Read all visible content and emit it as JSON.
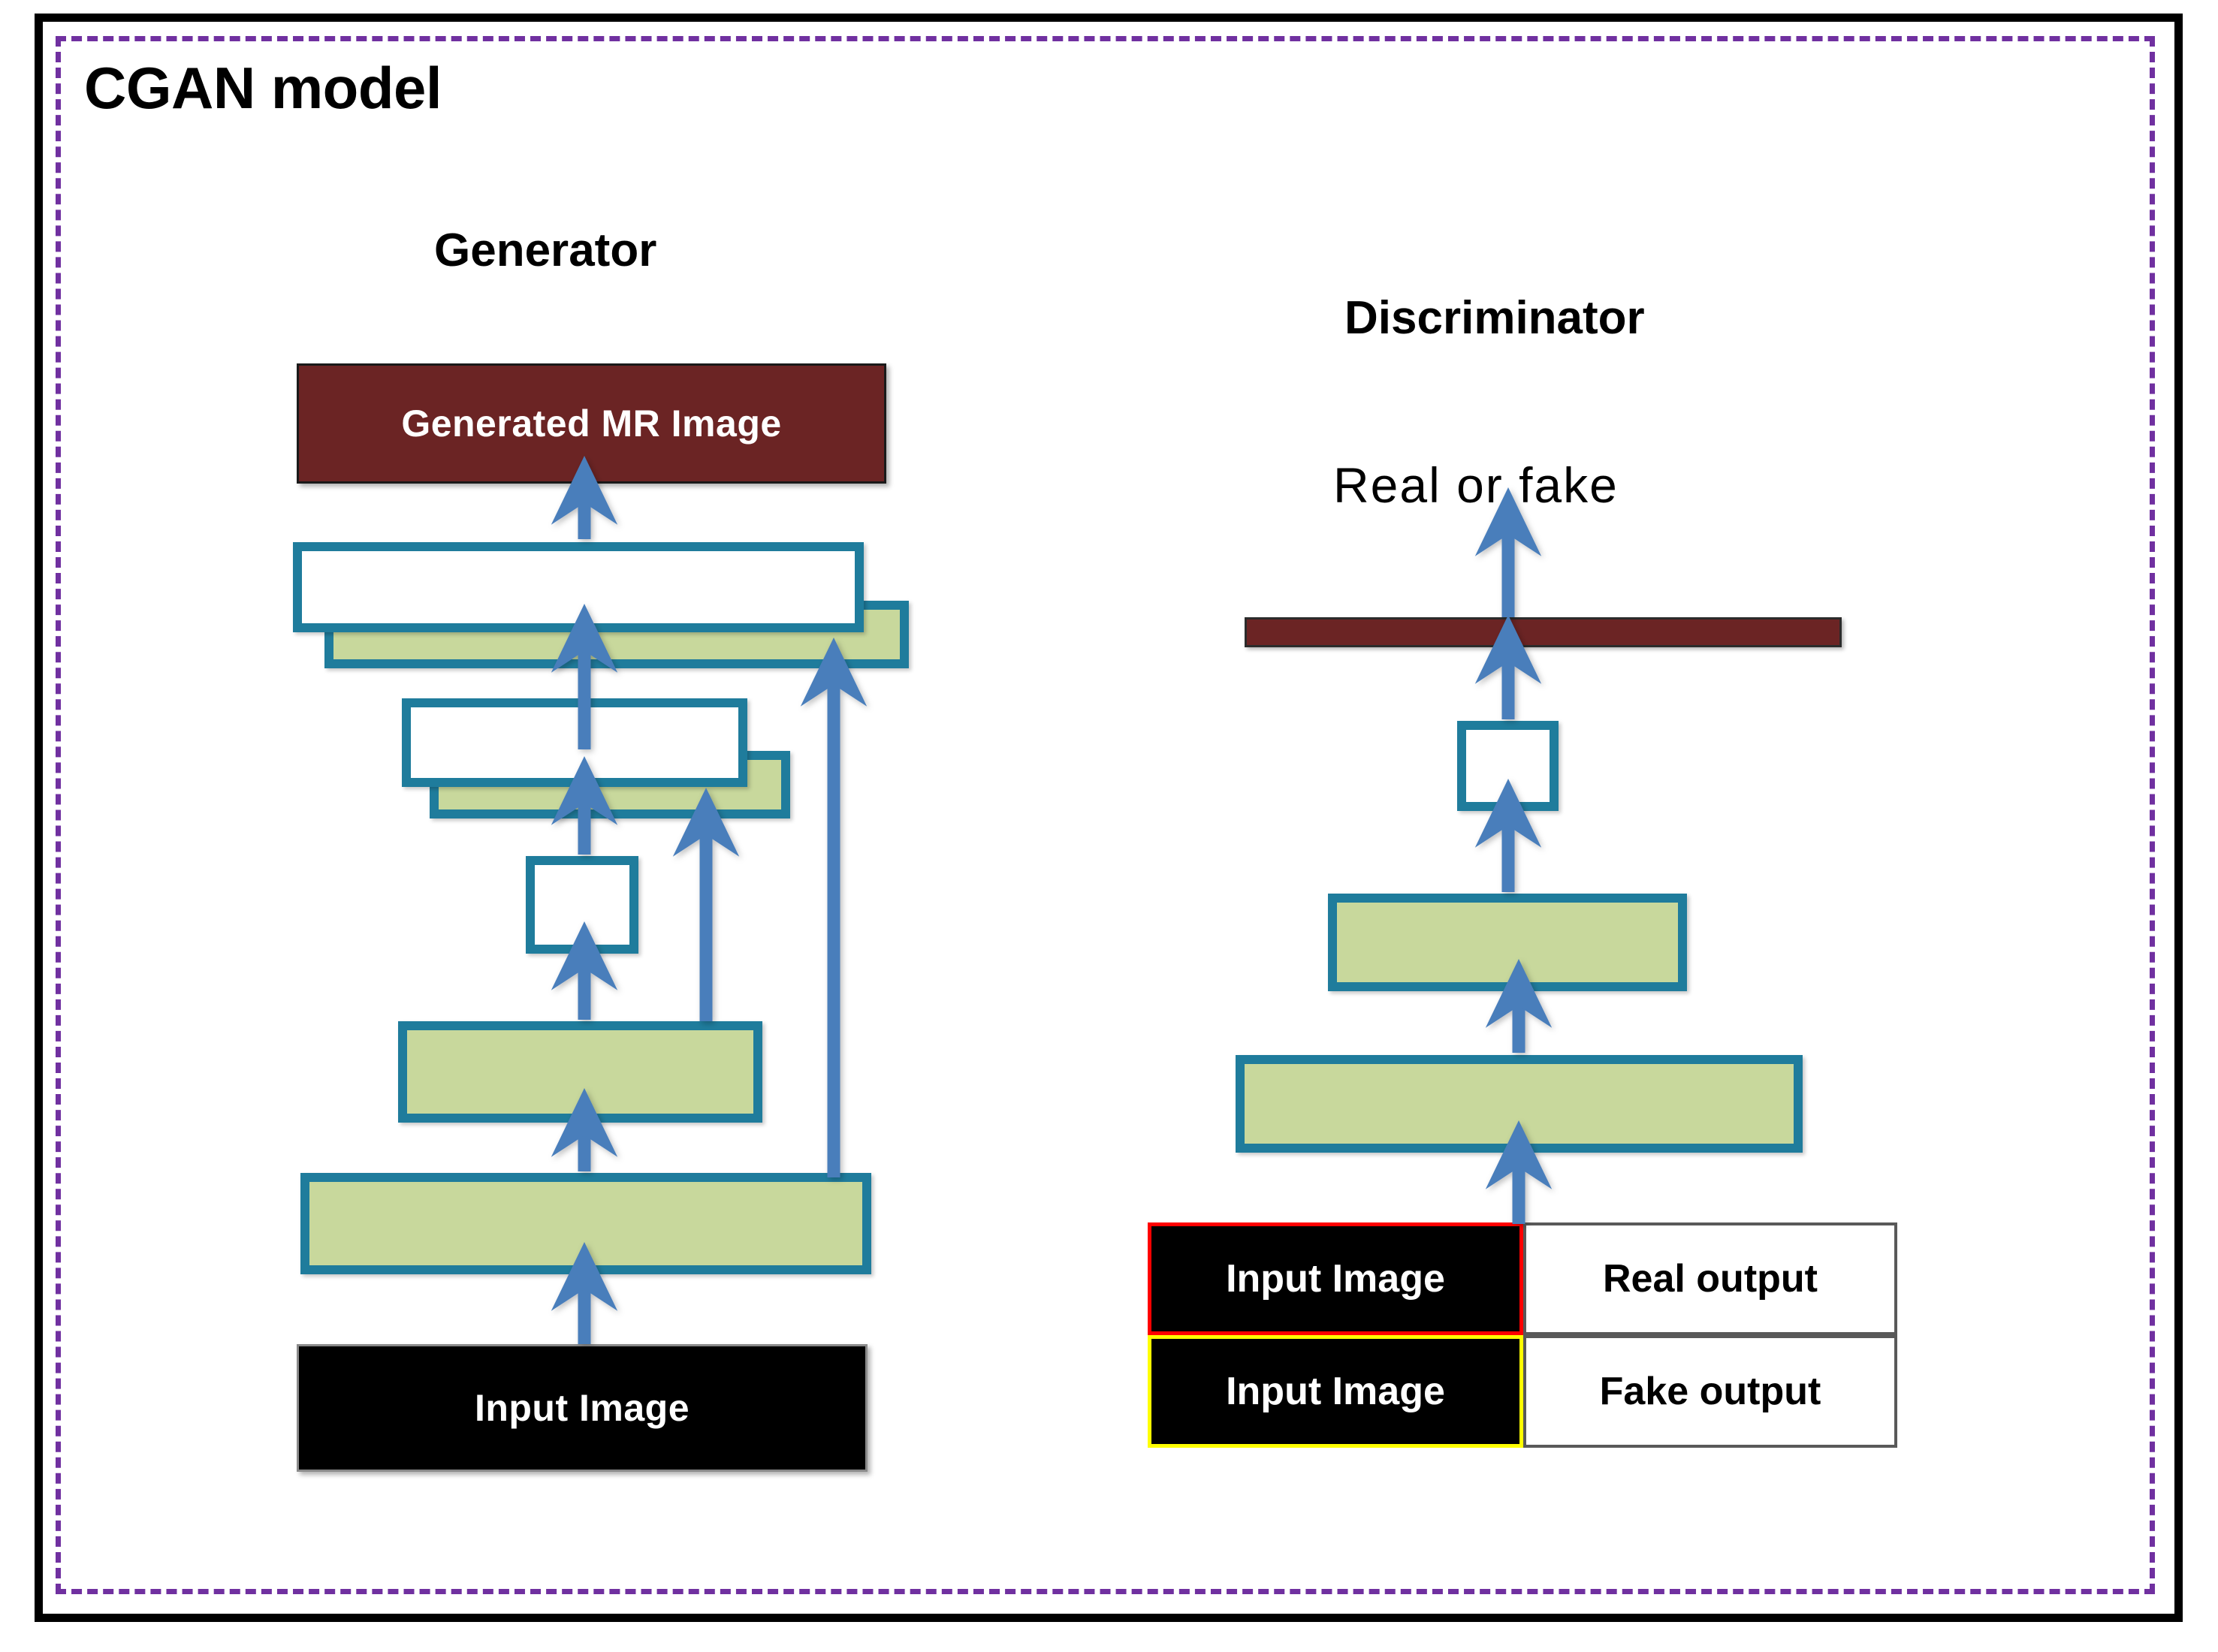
{
  "figure": {
    "title": "CGAN model",
    "frame_color": "#7030A0",
    "outer_frame_color": "#000000"
  },
  "palette": {
    "teal_border": "#1F7C9C",
    "green_fill": "#C8D79C",
    "maroon": "#6B2424",
    "arrow_blue": "#4A7EBB",
    "black": "#000000",
    "white": "#FFFFFF",
    "red_outline": "#FF0000",
    "yellow_outline": "#FFFF00",
    "purple_dash": "#7030A0"
  },
  "generator": {
    "title": "Generator",
    "output_block": {
      "label": "Generated MR Image"
    },
    "input_block": {
      "label": "Input Image"
    },
    "layers": [
      {
        "id": "enc1",
        "kind": "green-bar",
        "label": ""
      },
      {
        "id": "enc2",
        "kind": "green-bar",
        "label": ""
      },
      {
        "id": "bottleneck",
        "kind": "white-square",
        "label": ""
      },
      {
        "id": "dec1",
        "kind": "skip-pair",
        "label": ""
      },
      {
        "id": "dec2",
        "kind": "skip-pair",
        "label": ""
      }
    ],
    "skip_connections": 2
  },
  "discriminator": {
    "title": "Discriminator",
    "verdict_label": "Real   or   fake",
    "output_bar": {
      "label": ""
    },
    "layers": [
      {
        "id": "dense",
        "kind": "white-square",
        "label": ""
      },
      {
        "id": "conv2",
        "kind": "green-bar",
        "label": ""
      },
      {
        "id": "conv1",
        "kind": "green-bar",
        "label": ""
      }
    ],
    "table": {
      "rows": [
        {
          "input_label": "Input Image",
          "input_outline": "#FF0000",
          "output_label": "Real output"
        },
        {
          "input_label": "Input Image",
          "input_outline": "#FFFF00",
          "output_label": "Fake output"
        }
      ]
    }
  }
}
